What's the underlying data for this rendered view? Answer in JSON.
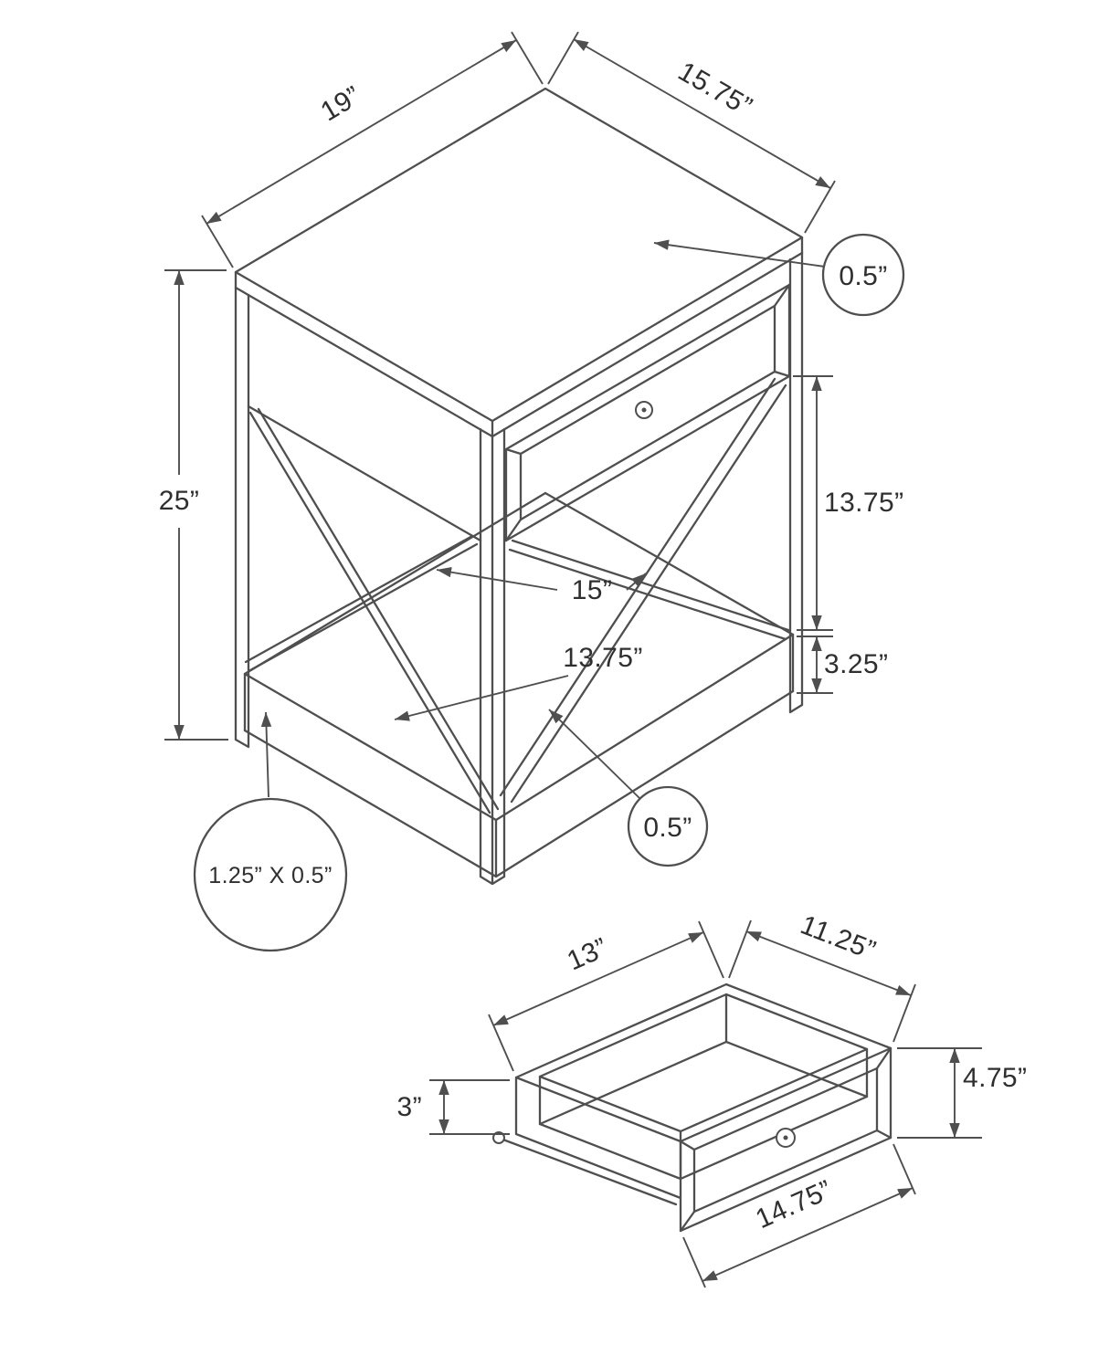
{
  "diagram": {
    "colors": {
      "line": "#4f4f4f",
      "text": "#2f2f2f",
      "background": "#ffffff"
    },
    "table": {
      "top_depth": "19”",
      "top_width": "15.75”",
      "top_thickness": "0.5”",
      "overall_height": "25”",
      "side_opening_height": "13.75”",
      "shelf_clearance": "15”",
      "shelf_depth": "13.75”",
      "shelf_frame_height": "3.25”",
      "shelf_thickness": "0.5”",
      "leg_cross_section": "1.25” X 0.5”"
    },
    "drawer": {
      "interior_depth": "13”",
      "interior_width": "11.25”",
      "side_height": "3”",
      "front_height": "4.75”",
      "front_width": "14.75”"
    }
  }
}
